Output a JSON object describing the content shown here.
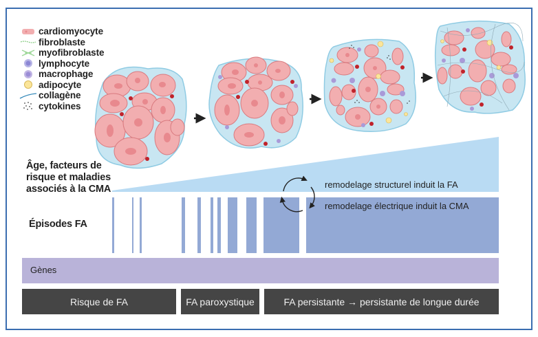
{
  "legend": [
    {
      "icon": "cardiomyocyte-icon",
      "label": "cardiomyocyte"
    },
    {
      "icon": "fibroblast-icon",
      "label": "fibroblaste"
    },
    {
      "icon": "myofibroblast-icon",
      "label": "myofibroblaste"
    },
    {
      "icon": "lymphocyte-icon",
      "label": "lymphocyte"
    },
    {
      "icon": "macrophage-icon",
      "label": "macrophage"
    },
    {
      "icon": "adipocyte-icon",
      "label": "adipocyte"
    },
    {
      "icon": "collagen-icon",
      "label": "collagène"
    },
    {
      "icon": "cytokines-icon",
      "label": "cytokines"
    }
  ],
  "labels": {
    "risk_factors": [
      "Âge, facteurs de",
      "risque et maladies",
      "associés à la CMA"
    ],
    "episodes": "Épisodes FA",
    "structural": "remodelage structurel induit la FA",
    "electrical": "remodelage électrique induit la CMA",
    "genes": "Gènes"
  },
  "stages": [
    {
      "label": "Risque de FA"
    },
    {
      "label": "FA paroxystique"
    },
    {
      "label": "FA persistante → persistante de longue durée"
    }
  ],
  "tissue_stages": [
    "stage-1-normal",
    "stage-2-early-fibrosis",
    "stage-3-inflammation",
    "stage-4-advanced-fibrosis"
  ],
  "colors": {
    "frame": "#3a6db0",
    "wedge": "#b9dbf3",
    "episodes": "#93a9d5",
    "genes": "#b9b3d9",
    "stage_box": "#454545",
    "cardiomyocyte": "#f2aeb0",
    "tissue_bg": "#c8e6f2"
  }
}
